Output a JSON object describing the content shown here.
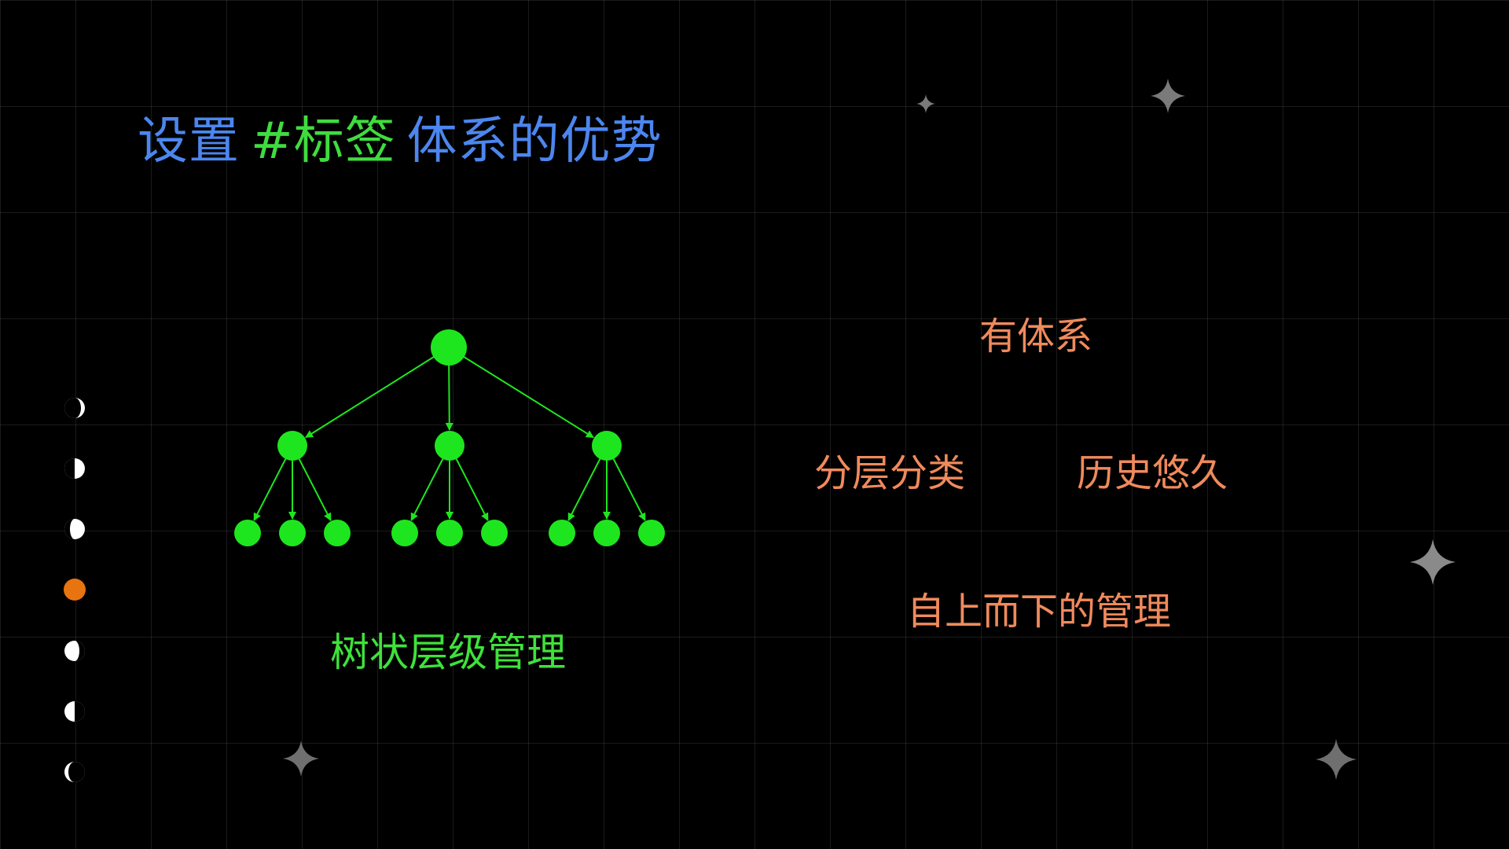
{
  "slide": {
    "title_part1": "设置",
    "title_tag": "#标签",
    "title_part2": "体系的优势",
    "tree_caption": "树状层级管理",
    "words": [
      "有体系",
      "分层分类",
      "历史悠久",
      "自上而下的管理"
    ]
  },
  "colors": {
    "background": "#000000",
    "title_blue": "#4c86ee",
    "title_green": "#3fdc3f",
    "tree_green": "#1ee61e",
    "word_orange": "#f08a5c",
    "active_dot": "#e8740f",
    "sparkle_gray": "#7a7a7a"
  },
  "moon_phases": [
    "waxing-crescent-icon",
    "first-quarter-icon",
    "waxing-gibbous-icon",
    "active-dot-icon",
    "waning-gibbous-icon",
    "last-quarter-icon",
    "waning-crescent-icon"
  ],
  "active_phase_index": 3
}
